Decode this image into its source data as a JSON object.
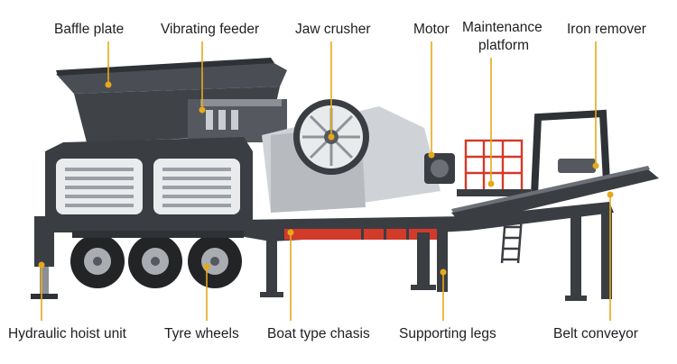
{
  "colors": {
    "leader": "#e6a91a",
    "body_dark": "#3a3d42",
    "body_mid": "#55595f",
    "steel_light": "#c9ccd0",
    "accent_red": "#d23a2a",
    "tyre": "#222426",
    "rim": "#a9adb2"
  },
  "labels": {
    "baffle_plate": "Baffle plate",
    "vibrating_feeder": "Vibrating feeder",
    "jaw_crusher": "Jaw crusher",
    "motor": "Motor",
    "maintenance_platform_line1": "Maintenance",
    "maintenance_platform_line2": "platform",
    "iron_remover": "Iron remover",
    "hydraulic_hoist_unit": "Hydraulic hoist unit",
    "tyre_wheels": "Tyre wheels",
    "boat_type_chasis": "Boat type chasis",
    "supporting_legs": "Supporting legs",
    "belt_conveyor": "Belt conveyor"
  },
  "icons": {
    "leader_dot": "circle",
    "wheel": "tyre-wheel"
  }
}
